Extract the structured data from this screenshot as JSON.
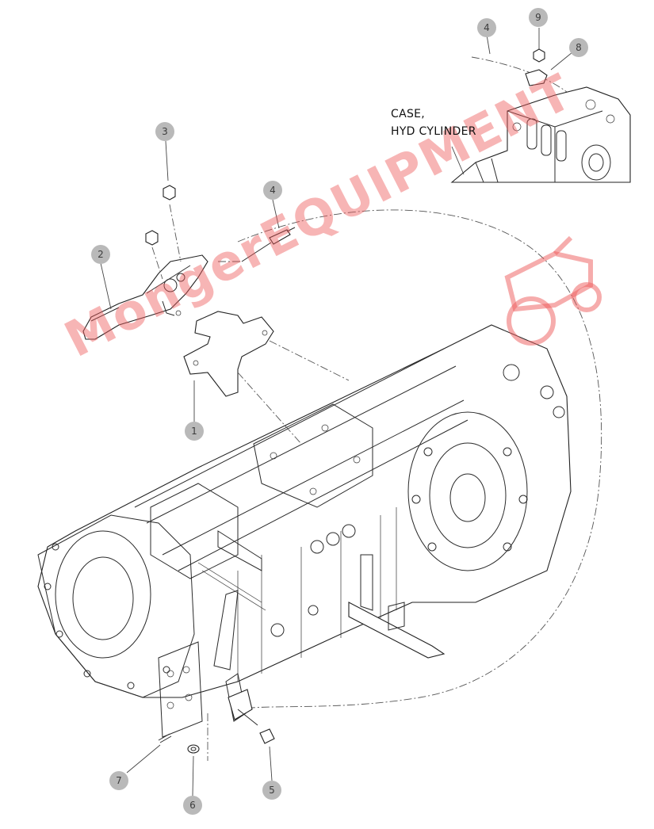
{
  "callouts": [
    {
      "id": "c1",
      "label": "1"
    },
    {
      "id": "c2",
      "label": "2"
    },
    {
      "id": "c3",
      "label": "3"
    },
    {
      "id": "c4a",
      "label": "4"
    },
    {
      "id": "c4b",
      "label": "4"
    },
    {
      "id": "c5",
      "label": "5"
    },
    {
      "id": "c6",
      "label": "6"
    },
    {
      "id": "c7",
      "label": "7"
    },
    {
      "id": "c8",
      "label": "8"
    },
    {
      "id": "c9",
      "label": "9"
    }
  ],
  "inset": {
    "label_line1": "CASE,",
    "label_line2": "HYD CYLINDER"
  },
  "watermark": {
    "text": "MongerEQUIPMENT",
    "color": "#ee5a5a"
  },
  "colors": {
    "callout_fill": "#b9b9b9",
    "line": "#2a2a2a"
  }
}
